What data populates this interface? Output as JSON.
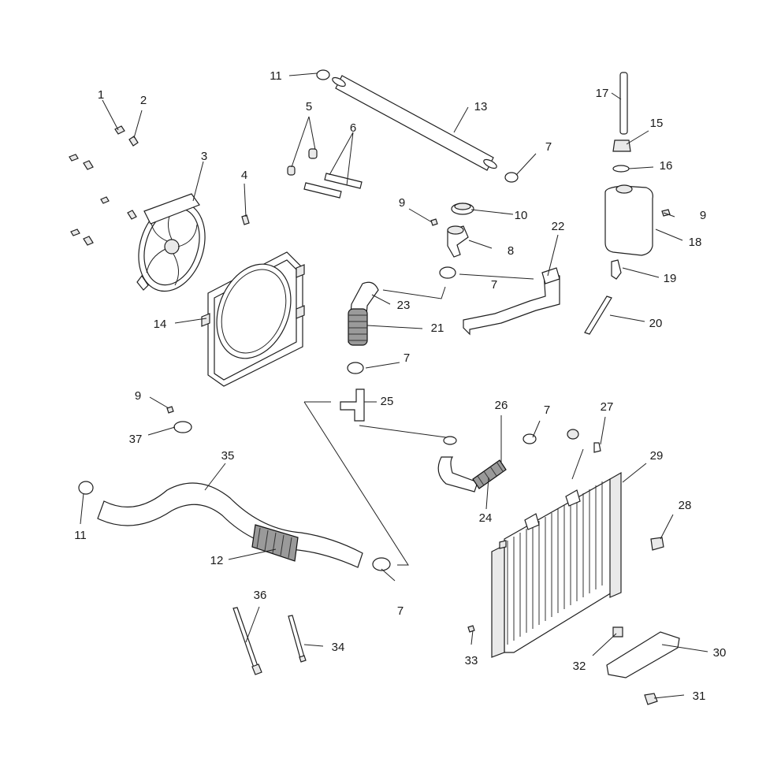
{
  "diagram": {
    "callouts": [
      {
        "id": "c1",
        "label": "1"
      },
      {
        "id": "c2",
        "label": "2"
      },
      {
        "id": "c3",
        "label": "3"
      },
      {
        "id": "c4",
        "label": "4"
      },
      {
        "id": "c5",
        "label": "5"
      },
      {
        "id": "c6",
        "label": "6"
      },
      {
        "id": "c7a",
        "label": "7"
      },
      {
        "id": "c7b",
        "label": "7"
      },
      {
        "id": "c7c",
        "label": "7"
      },
      {
        "id": "c7d",
        "label": "7"
      },
      {
        "id": "c7e",
        "label": "7"
      },
      {
        "id": "c8",
        "label": "8"
      },
      {
        "id": "c9a",
        "label": "9"
      },
      {
        "id": "c9b",
        "label": "9"
      },
      {
        "id": "c9c",
        "label": "9"
      },
      {
        "id": "c10",
        "label": "10"
      },
      {
        "id": "c11a",
        "label": "11"
      },
      {
        "id": "c11b",
        "label": "11"
      },
      {
        "id": "c12",
        "label": "12"
      },
      {
        "id": "c13",
        "label": "13"
      },
      {
        "id": "c14",
        "label": "14"
      },
      {
        "id": "c15",
        "label": "15"
      },
      {
        "id": "c16",
        "label": "16"
      },
      {
        "id": "c17",
        "label": "17"
      },
      {
        "id": "c18",
        "label": "18"
      },
      {
        "id": "c19",
        "label": "19"
      },
      {
        "id": "c20",
        "label": "20"
      },
      {
        "id": "c21",
        "label": "21"
      },
      {
        "id": "c22",
        "label": "22"
      },
      {
        "id": "c23",
        "label": "23"
      },
      {
        "id": "c24",
        "label": "24"
      },
      {
        "id": "c25",
        "label": "25"
      },
      {
        "id": "c26",
        "label": "26"
      },
      {
        "id": "c27",
        "label": "27"
      },
      {
        "id": "c28",
        "label": "28"
      },
      {
        "id": "c29",
        "label": "29"
      },
      {
        "id": "c30",
        "label": "30"
      },
      {
        "id": "c31",
        "label": "31"
      },
      {
        "id": "c32",
        "label": "32"
      },
      {
        "id": "c33",
        "label": "33"
      },
      {
        "id": "c34",
        "label": "34"
      },
      {
        "id": "c35",
        "label": "35"
      },
      {
        "id": "c36",
        "label": "36"
      },
      {
        "id": "c37",
        "label": "37"
      }
    ]
  }
}
